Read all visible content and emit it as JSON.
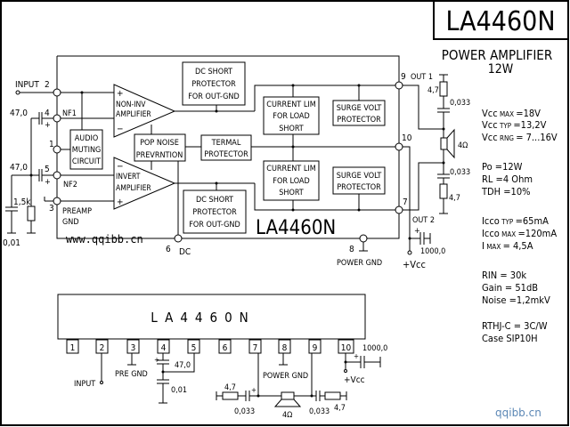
{
  "title": {
    "chip": "LA4460N",
    "subtitle": "POWER AMPLIFIER",
    "power": "12W"
  },
  "blocks": {
    "non_inv_amp": [
      "NON-INV",
      "AMPLIFIER"
    ],
    "invert_amp": [
      "INVERT",
      "AMPLIFIER"
    ],
    "audio_muting": [
      "AUDIO",
      "MUTING",
      "CIRCUIT"
    ],
    "pop_noise": [
      "POP NOISE",
      "PREVRNTION"
    ],
    "termal": [
      "TERMAL",
      "PROTECTOR"
    ],
    "dc_short_top": [
      "DC SHORT",
      "PROTECTOR",
      "FOR OUT-GND"
    ],
    "dc_short_bottom": [
      "DC SHORT",
      "PROTECTOR",
      "FOR OUT-GND"
    ],
    "current_lim_top": [
      "CURRENT LIM",
      "FOR LOAD",
      "SHORT"
    ],
    "current_lim_bottom": [
      "CURRENT LIM",
      "FOR LOAD",
      "SHORT"
    ],
    "surge_top": [
      "SURGE VOLT",
      "PROTECTOR"
    ],
    "surge_bottom": [
      "SURGE VOLT",
      "PROTECTOR"
    ],
    "chip_label": "LA4460N"
  },
  "pins": {
    "p1": "1",
    "p2": "2",
    "p3": "3",
    "p4": "4",
    "p5": "5",
    "p6": "6",
    "p7": "7",
    "p8": "8",
    "p9": "9",
    "p10": "10"
  },
  "labels": {
    "input": "INPUT",
    "nf1": "NF1",
    "nf2": "NF2",
    "preamp_gnd": [
      "PREAMP",
      "GND"
    ],
    "dc": "DC",
    "power_gnd": "POWER GND",
    "out1": "OUT 1",
    "out2": "OUT 2",
    "vcc": "+Vcc",
    "plus": "+",
    "minus": "−"
  },
  "components": {
    "c_nf1": "47,0",
    "c_nf2": "47,0",
    "r_bias": "1,5k",
    "c_bias": "0,01",
    "r_out_top": "4,7",
    "c_out_top": "0,033",
    "speaker": "4Ω",
    "c_out_bottom": "0,033",
    "r_out_bottom": "4,7",
    "c_supply": "1000,0"
  },
  "specs": [
    {
      "name": "Vcc",
      "sub": "MAX",
      "value": "=18V"
    },
    {
      "name": "Vcc",
      "sub": "TYP",
      "value": "=13,2V"
    },
    {
      "name": "Vcc",
      "sub": "RNG",
      "value": "= 7...16V"
    },
    {
      "name": "Po",
      "sub": "",
      "value": "=12W"
    },
    {
      "name": "RL",
      "sub": "",
      "value": "=4  Ohm"
    },
    {
      "name": "TDH",
      "sub": "",
      "value": "=10%"
    },
    {
      "name": "Icco",
      "sub": "TYP",
      "value": "=65mA"
    },
    {
      "name": "Icco",
      "sub": "MAX",
      "value": "=120mA"
    },
    {
      "name": "I",
      "sub": "MAX",
      "value": "=   4,5A"
    },
    {
      "name": "RIN",
      "sub": "",
      "value": "= 30k"
    },
    {
      "name": "Gain",
      "sub": "",
      "value": "=  51dB"
    },
    {
      "name": "Noise",
      "sub": "",
      "value": "=1,2mkV"
    },
    {
      "name": "RTHJ-C",
      "sub": "",
      "value": "= 3C/W"
    },
    {
      "name": "Case",
      "sub": "",
      "value": " SIP10H"
    }
  ],
  "package": {
    "label": "LA4460N",
    "pins": [
      "1",
      "2",
      "3",
      "4",
      "5",
      "6",
      "7",
      "8",
      "9",
      "10"
    ],
    "input": "INPUT",
    "pre_gnd": "PRE GND",
    "power_gnd": "POWER GND",
    "c_47": "47,0",
    "c_001": "0,01",
    "r_left": "4,7",
    "c_left": "0,033",
    "speaker": "4Ω",
    "c_right": "0,033",
    "r_right": "4,7",
    "c_supply": "1000,0",
    "vcc": "+Vcc"
  },
  "watermark": {
    "site": "www.qqibb.cn",
    "corner": "qqibb.cn"
  }
}
